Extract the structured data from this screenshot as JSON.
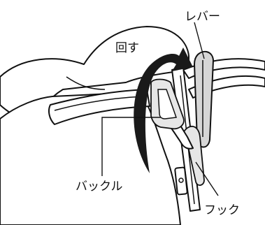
{
  "labels": {
    "rotate": "回す",
    "lever": "レバー",
    "buckle": "バックル",
    "hook": "フック"
  }
}
